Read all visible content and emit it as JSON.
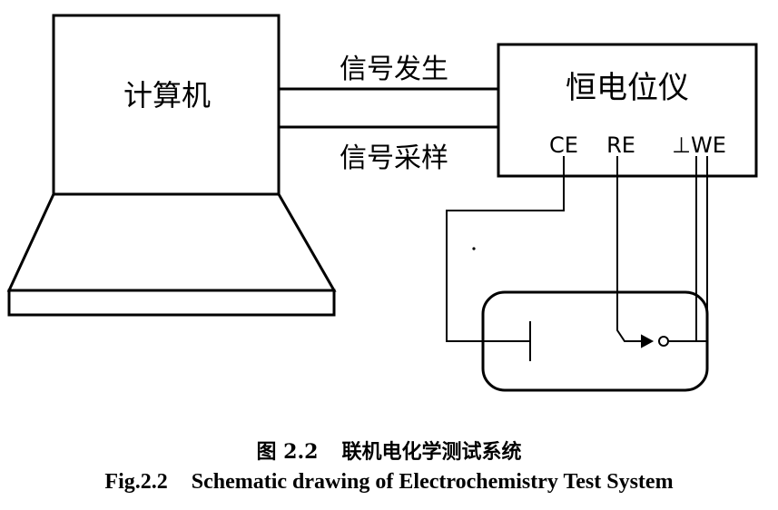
{
  "computer": {
    "label": "计算机"
  },
  "links": {
    "signal_out": "信号发生",
    "signal_in": "信号采样"
  },
  "potentiostat": {
    "label": "恒电位仪",
    "terminal_ce": "CE",
    "terminal_re": "RE",
    "terminal_we": "⊥WE"
  },
  "caption": {
    "cn_number": "图 2.2",
    "cn_title": "联机电化学测试系统",
    "en_number": "Fig.2.2",
    "en_title": "Schematic drawing of Electrochemistry Test System"
  }
}
